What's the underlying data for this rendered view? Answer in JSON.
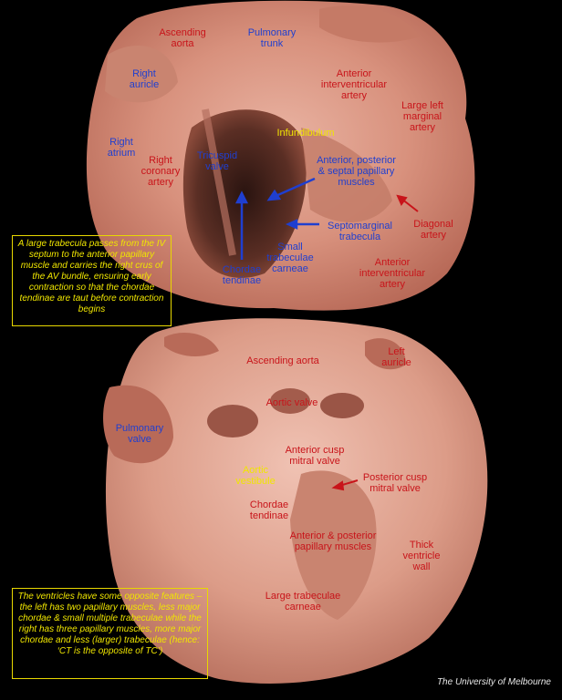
{
  "labels_top": {
    "ascending_aorta": "Ascending\naorta",
    "pulmonary_trunk": "Pulmonary\ntrunk",
    "right_auricle": "Right\nauricle",
    "right_atrium": "Right\natrium",
    "right_coronary_artery": "Right\ncoronary\nartery",
    "tricuspid_valve": "Tricuspid\nvalve",
    "infundibulum": "Infundibulum",
    "anterior_interventricular_artery_top": "Anterior\ninterventricular\nartery",
    "large_left_marginal_artery": "Large left\nmarginal\nartery",
    "papillary_muscles": "Anterior, posterior\n& septal papillary\nmuscles",
    "septomarginal_trabecula": "Septomarginal\ntrabecula",
    "diagonal_artery": "Diagonal\nartery",
    "small_trabeculae_carneae": "Small\ntrabeculae\ncarneae",
    "chordae_tendinae_top": "Chordae\ntendinae",
    "anterior_interventricular_artery_bottom": "Anterior\ninterventricular\nartery"
  },
  "labels_bottom": {
    "ascending_aorta": "Ascending aorta",
    "left_auricle": "Left\nauricle",
    "aortic_valve": "Aortic valve",
    "pulmonary_valve": "Pulmonary\nvalve",
    "aortic_vestibule": "Aortic\nvestibule",
    "anterior_cusp_mitral": "Anterior cusp\nmitral valve",
    "posterior_cusp_mitral": "Posterior cusp\nmitral valve",
    "chordae_tendinae": "Chordae\ntendinae",
    "papillary_muscles": "Anterior & posterior\npapillary muscles",
    "thick_ventricle_wall": "Thick\nventricle\nwall",
    "large_trabeculae_carneae": "Large trabeculae\ncarneae"
  },
  "notes": {
    "top_box": "A large trabecula passes from the IV septum to the anterior papillary muscle and carries the right crus of the AV bundle, ensuring early contraction so that the chordae tendinae are taut before contraction begins",
    "bottom_box": "The ventricles have some opposite features – the left has two papillary muscles, less major chordae & small multiple trabeculae while the right has three papillary muscles, more major chordae and less (larger) trabeculae (hence: ‘CT is the opposite of TC’)"
  },
  "credit": "The University of Melbourne",
  "colors": {
    "red_label": "#c8141a",
    "blue_label": "#1f3fd0",
    "yellow": "#f0e600",
    "tissue": "#d99a86"
  }
}
